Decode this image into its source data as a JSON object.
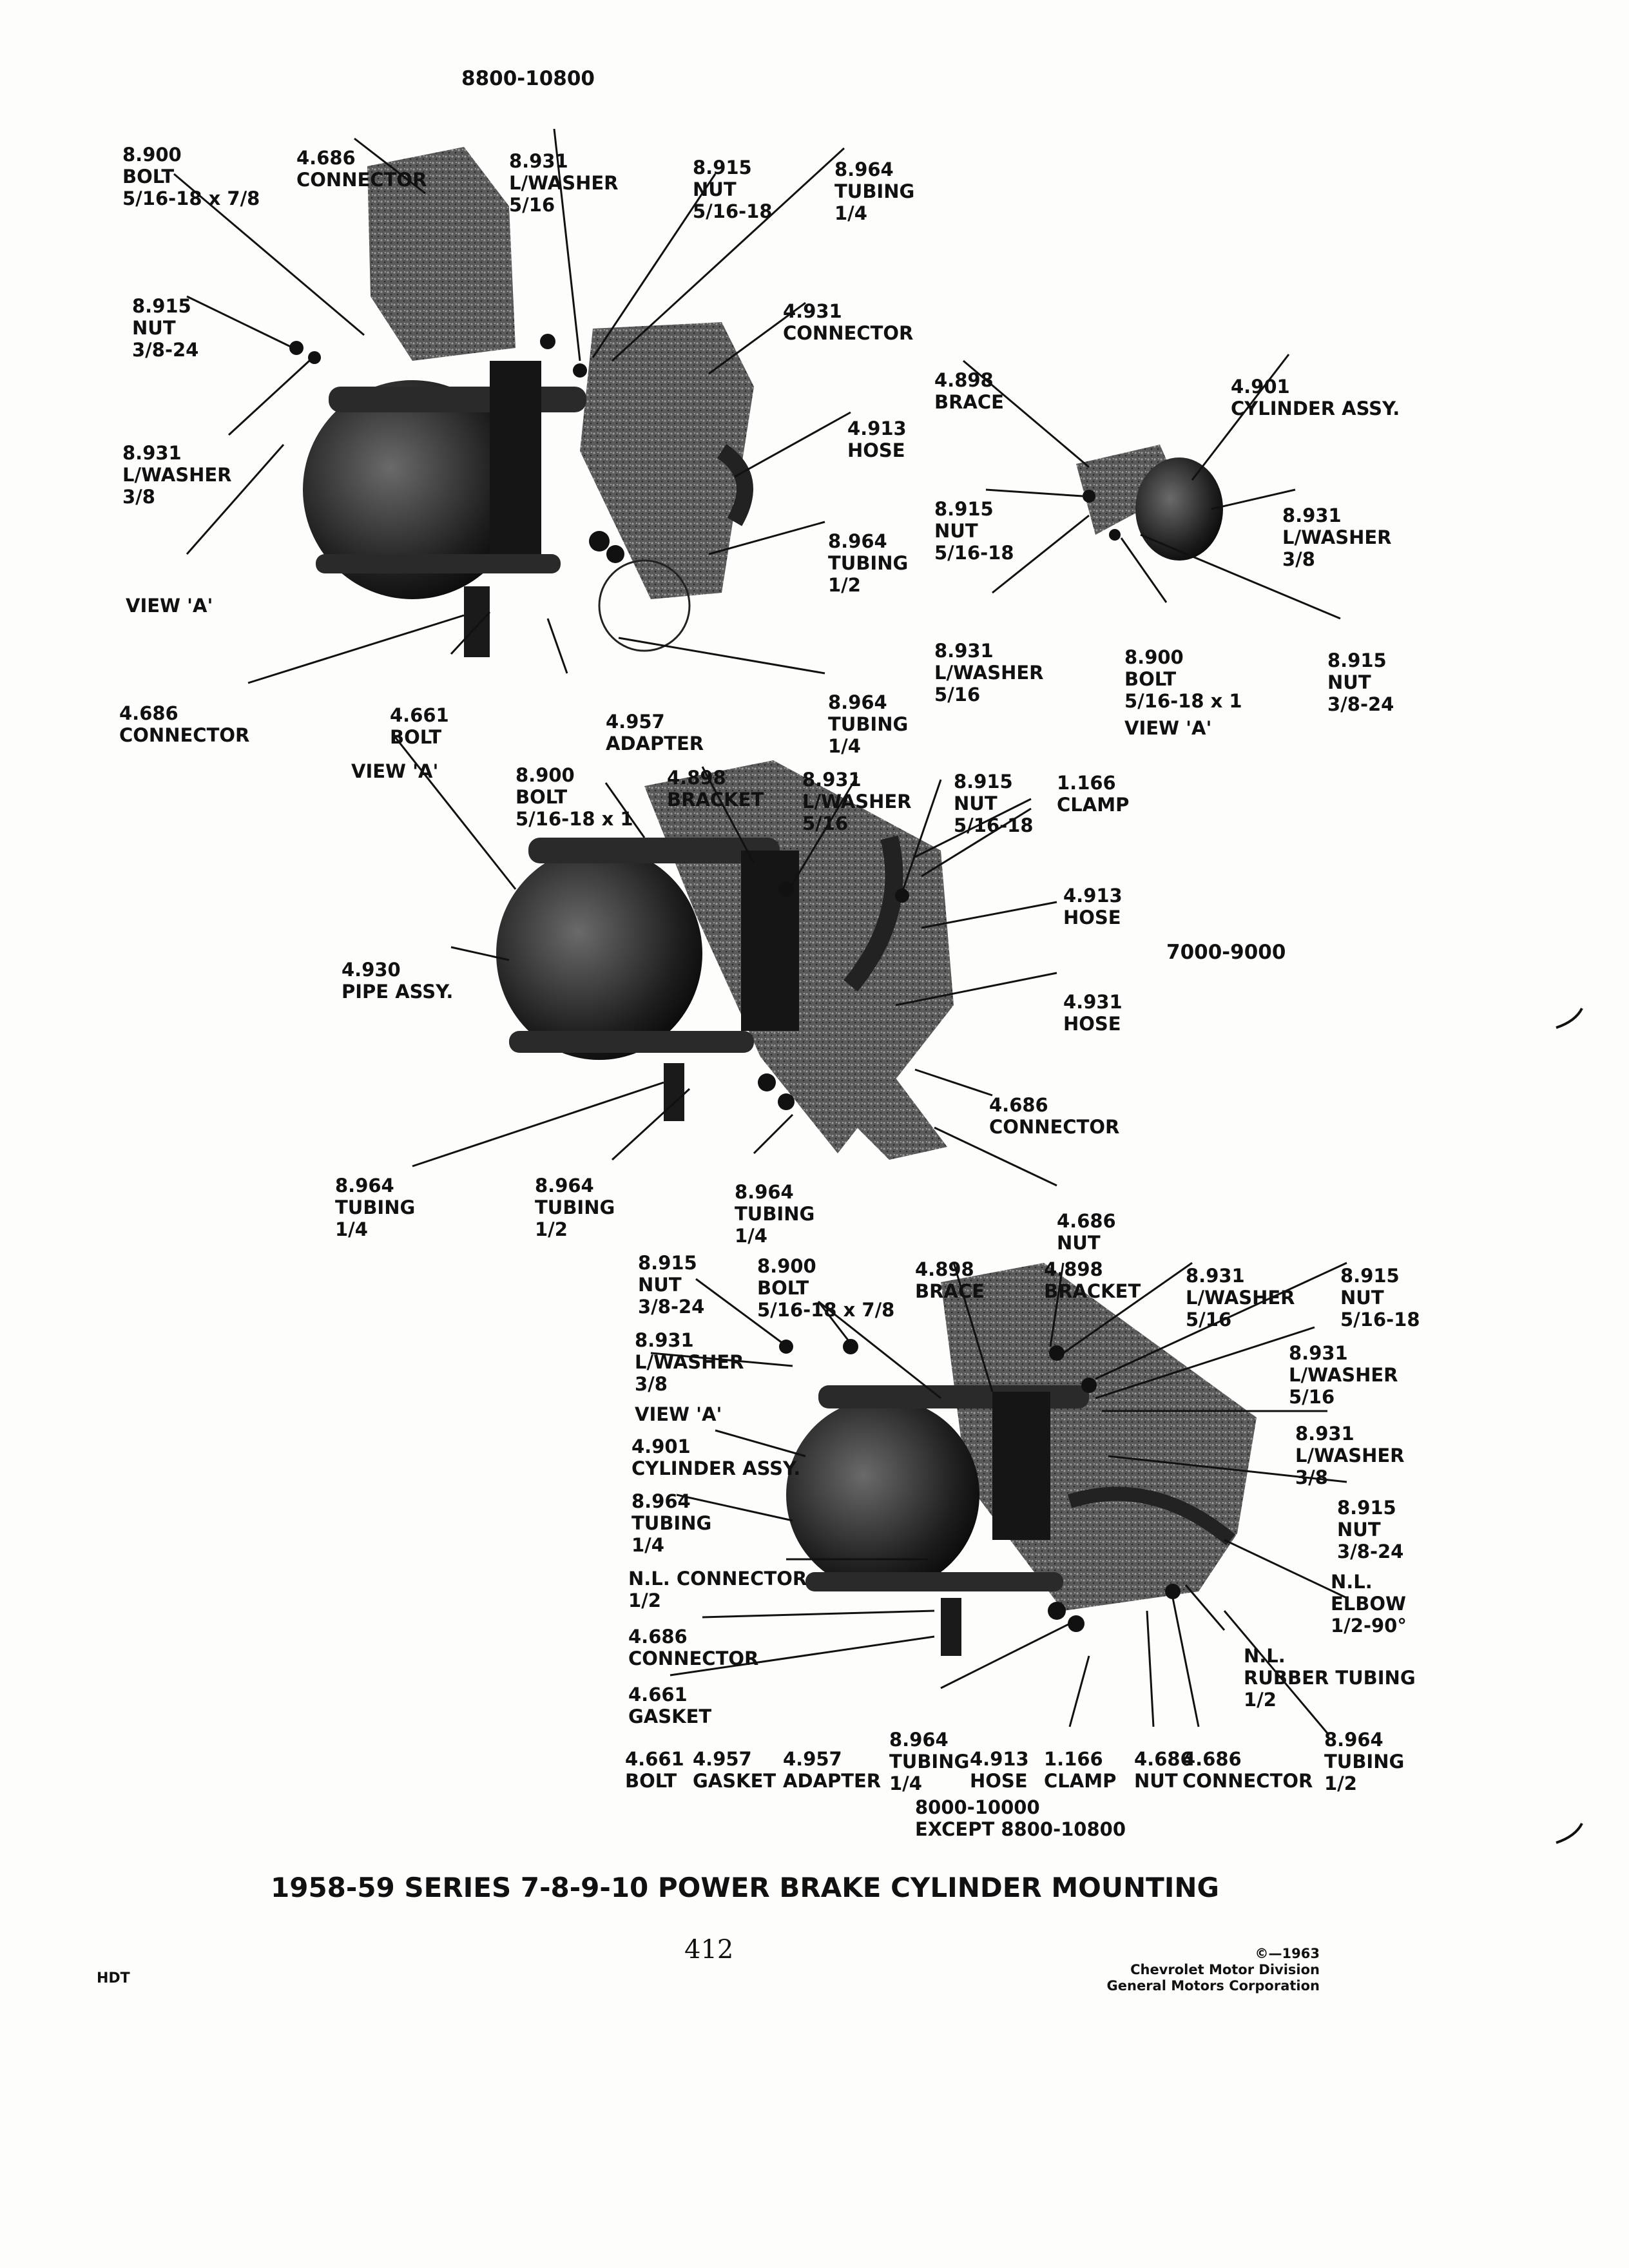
{
  "page": {
    "caption": "1958-59 SERIES 7-8-9-10 POWER BRAKE CYLINDER MOUNTING",
    "page_number": "412",
    "left_code": "HDT",
    "copyright": [
      "©—1963",
      "Chevrolet Motor Division",
      "General Motors Corporation"
    ]
  },
  "diagram1": {
    "header": "8800-10800",
    "labels": [
      [
        "8.900",
        "BOLT",
        "5/16-18 x 7/8"
      ],
      [
        "4.686",
        "CONNECTOR"
      ],
      [
        "8.931",
        "L/WASHER",
        "5/16"
      ],
      [
        "8.915",
        "NUT",
        "5/16-18"
      ],
      [
        "8.964",
        "TUBING",
        "1/4"
      ],
      [
        "8.915",
        "NUT",
        "3/8-24"
      ],
      [
        "4.931",
        "CONNECTOR"
      ],
      [
        "8.931",
        "L/WASHER",
        "3/8"
      ],
      [
        "VIEW 'A'"
      ],
      [
        "4.913",
        "HOSE"
      ],
      [
        "8.964",
        "TUBING",
        "1/2"
      ],
      [
        "4.686",
        "CONNECTOR"
      ],
      [
        "4.661",
        "BOLT"
      ],
      [
        "4.957",
        "ADAPTER"
      ],
      [
        "8.964",
        "TUBING",
        "1/4"
      ]
    ]
  },
  "view_a": {
    "labels": [
      [
        "4.898",
        "BRACE"
      ],
      [
        "4.901",
        "CYLINDER ASSY."
      ],
      [
        "8.915",
        "NUT",
        "5/16-18"
      ],
      [
        "8.931",
        "L/WASHER",
        "3/8"
      ],
      [
        "8.931",
        "L/WASHER",
        "5/16"
      ],
      [
        "8.900",
        "BOLT",
        "5/16-18 x 1"
      ],
      [
        "8.915",
        "NUT",
        "3/8-24"
      ],
      [
        "VIEW 'A'"
      ]
    ]
  },
  "diagram2": {
    "header": "7000-9000",
    "labels": [
      [
        "VIEW 'A'"
      ],
      [
        "8.900",
        "BOLT",
        "5/16-18 x 1"
      ],
      [
        "4.898",
        "BRACKET"
      ],
      [
        "8.931",
        "L/WASHER",
        "5/16"
      ],
      [
        "8.915",
        "NUT",
        "5/16-18"
      ],
      [
        "1.166",
        "CLAMP"
      ],
      [
        "4.913",
        "HOSE"
      ],
      [
        "4.930",
        "PIPE ASSY."
      ],
      [
        "4.931",
        "HOSE"
      ],
      [
        "4.686",
        "CONNECTOR"
      ],
      [
        "8.964",
        "TUBING",
        "1/4"
      ],
      [
        "8.964",
        "TUBING",
        "1/2"
      ],
      [
        "8.964",
        "TUBING",
        "1/4"
      ],
      [
        "4.686",
        "NUT"
      ]
    ]
  },
  "diagram3": {
    "footer": [
      "8000-10000",
      "EXCEPT 8800-10800"
    ],
    "labels": [
      [
        "8.915",
        "NUT",
        "3/8-24"
      ],
      [
        "8.900",
        "BOLT",
        "5/16-18 x 7/8"
      ],
      [
        "4.898",
        "BRACE"
      ],
      [
        "4.898",
        "BRACKET"
      ],
      [
        "8.931",
        "L/WASHER",
        "5/16"
      ],
      [
        "8.915",
        "NUT",
        "5/16-18"
      ],
      [
        "8.931",
        "L/WASHER",
        "3/8"
      ],
      [
        "VIEW 'A'"
      ],
      [
        "8.931",
        "L/WASHER",
        "5/16"
      ],
      [
        "4.901",
        "CYLINDER ASSY."
      ],
      [
        "8.931",
        "L/WASHER",
        "3/8"
      ],
      [
        "8.964",
        "TUBING",
        "1/4"
      ],
      [
        "8.915",
        "NUT",
        "3/8-24"
      ],
      [
        "N.L. CONNECTOR",
        "1/2"
      ],
      [
        "N.L.",
        "ELBOW",
        "1/2-90°"
      ],
      [
        "4.686",
        "CONNECTOR"
      ],
      [
        "N.L.",
        "RUBBER TUBING",
        "1/2"
      ],
      [
        "4.661",
        "GASKET"
      ],
      [
        "8.964",
        "TUBING",
        "1/4"
      ],
      [
        "8.964",
        "TUBING",
        "1/2"
      ],
      [
        "4.661",
        "BOLT"
      ],
      [
        "4.957",
        "GASKET"
      ],
      [
        "4.957",
        "ADAPTER"
      ],
      [
        "4.913",
        "HOSE"
      ],
      [
        "1.166",
        "CLAMP"
      ],
      [
        "4.686",
        "NUT"
      ],
      [
        "4.686",
        "CONNECTOR"
      ]
    ]
  }
}
